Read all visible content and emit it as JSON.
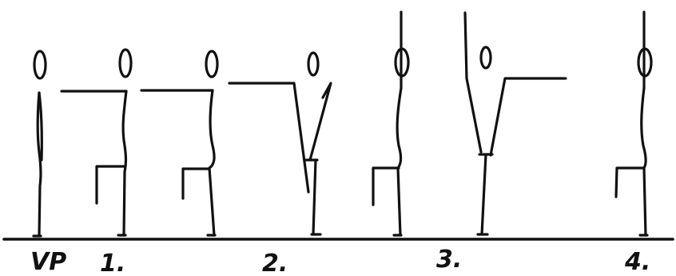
{
  "labels": {
    "vp": "VP",
    "step1": "1.",
    "step2": "2.",
    "step3": "3.",
    "step4": "4."
  },
  "colors": {
    "ink": "#111111",
    "background": "#ffffff"
  }
}
